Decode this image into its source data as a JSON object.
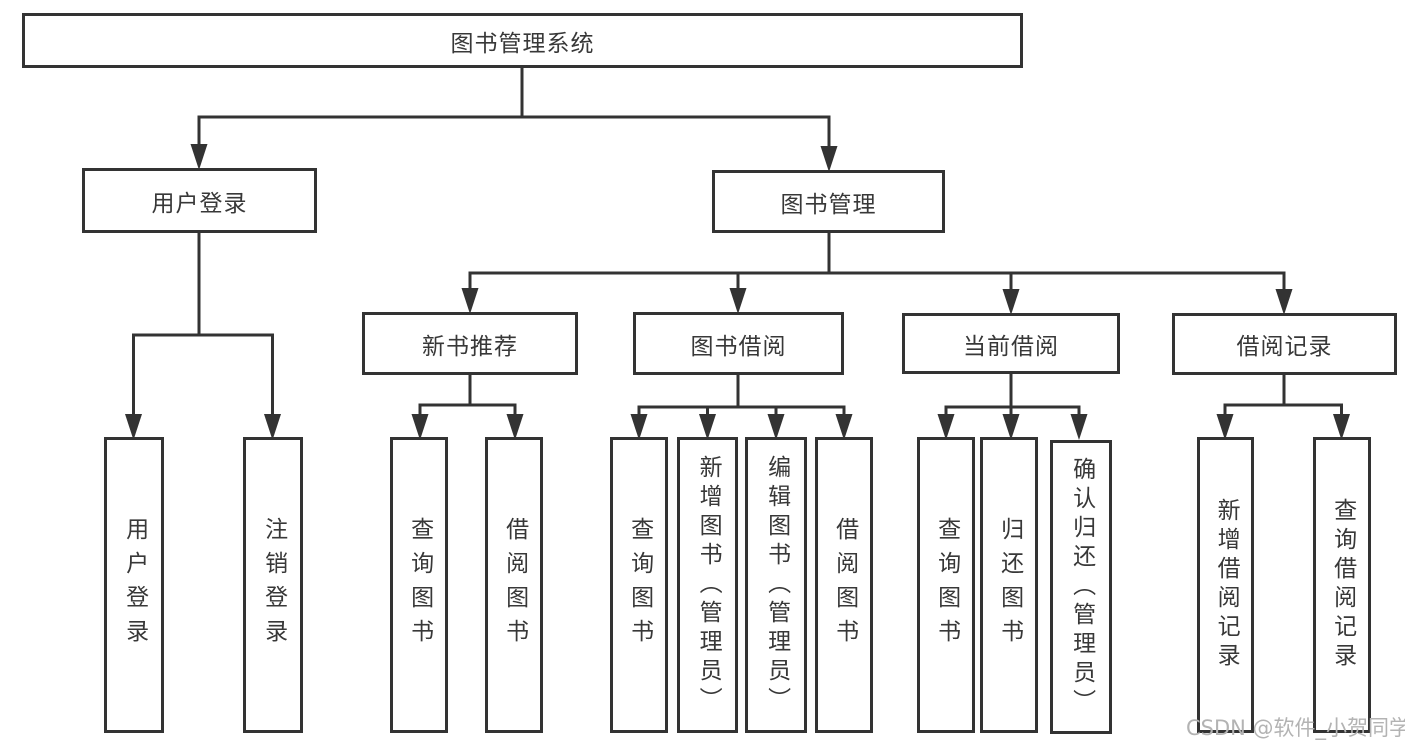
{
  "tree": {
    "label": "图书管理系统",
    "children": [
      {
        "label": "用户登录",
        "children": [
          {
            "label": "用户登录"
          },
          {
            "label": "注销登录"
          }
        ]
      },
      {
        "label": "图书管理",
        "children": [
          {
            "label": "新书推荐",
            "children": [
              {
                "label": "查询图书"
              },
              {
                "label": "借阅图书"
              }
            ]
          },
          {
            "label": "图书借阅",
            "children": [
              {
                "label": "查询图书"
              },
              {
                "label": "新增图书（管理员）"
              },
              {
                "label": "编辑图书（管理员）"
              },
              {
                "label": "借阅图书"
              }
            ]
          },
          {
            "label": "当前借阅",
            "children": [
              {
                "label": "查询图书"
              },
              {
                "label": "归还图书"
              },
              {
                "label": "确认归还（管理员）"
              }
            ]
          },
          {
            "label": "借阅记录",
            "children": [
              {
                "label": "新增借阅记录"
              },
              {
                "label": "查询借阅记录"
              }
            ]
          }
        ]
      }
    ]
  },
  "watermark": {
    "text": "CSDN @软件_小贺同学"
  },
  "colors": {
    "line": "#333333",
    "node_border": "#333333",
    "text": "#383838",
    "watermark": "#b3b3b3",
    "background": "#ffffff"
  }
}
